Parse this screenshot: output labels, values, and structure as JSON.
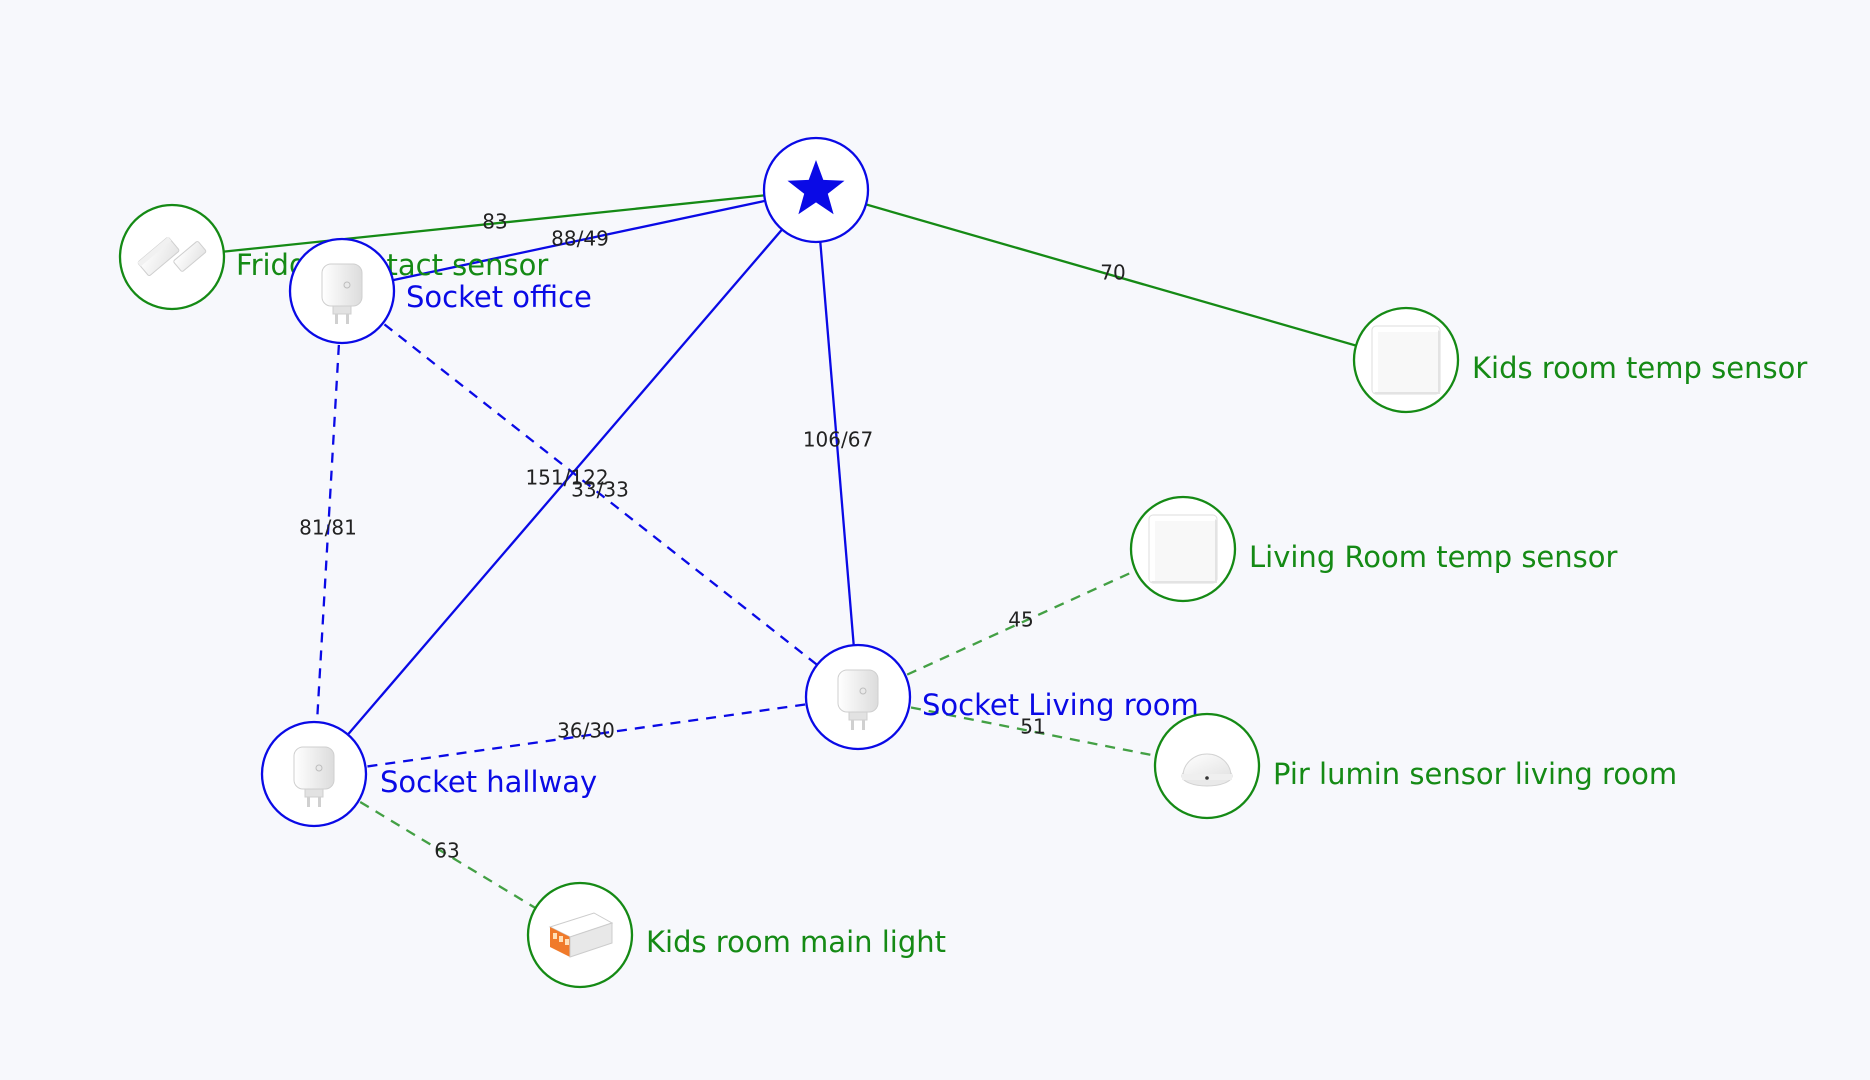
{
  "colors": {
    "router": "#0a0ae6",
    "end_device": "#158a15",
    "background": "#f7f8fc",
    "node_fill": "#ffffff",
    "edge_label": "#222222"
  },
  "nodes": [
    {
      "id": "coordinator",
      "name": "",
      "role": "coordinator",
      "icon": "star-icon"
    },
    {
      "id": "fridge",
      "name": "Fridge contact sensor",
      "role": "end_device",
      "icon": "contact-sensor-icon"
    },
    {
      "id": "socket_office",
      "name": "Socket office",
      "role": "router",
      "icon": "smart-plug-icon"
    },
    {
      "id": "kids_temp",
      "name": "Kids room temp sensor",
      "role": "end_device",
      "icon": "temp-sensor-icon"
    },
    {
      "id": "living_temp",
      "name": "Living Room temp sensor",
      "role": "end_device",
      "icon": "temp-sensor-icon"
    },
    {
      "id": "socket_living",
      "name": "Socket Living room",
      "role": "router",
      "icon": "smart-plug-icon"
    },
    {
      "id": "pir",
      "name": "Pir lumin sensor living room",
      "role": "end_device",
      "icon": "motion-sensor-icon"
    },
    {
      "id": "socket_hallway",
      "name": "Socket hallway",
      "role": "router",
      "icon": "smart-plug-icon"
    },
    {
      "id": "kids_light",
      "name": "Kids room main light",
      "role": "end_device",
      "icon": "relay-module-icon"
    }
  ],
  "links": [
    {
      "source": "coordinator",
      "target": "fridge",
      "label": "83",
      "kind": "end_device",
      "style": "solid"
    },
    {
      "source": "coordinator",
      "target": "socket_office",
      "label": "88/49",
      "kind": "router",
      "style": "solid"
    },
    {
      "source": "coordinator",
      "target": "kids_temp",
      "label": "70",
      "kind": "end_device",
      "style": "solid"
    },
    {
      "source": "coordinator",
      "target": "socket_living",
      "label": "106/67",
      "kind": "router",
      "style": "solid"
    },
    {
      "source": "coordinator",
      "target": "socket_hallway",
      "label": "151/122",
      "kind": "router",
      "style": "solid"
    },
    {
      "source": "socket_office",
      "target": "socket_living",
      "label": "33/33",
      "kind": "router",
      "style": "dashed"
    },
    {
      "source": "socket_office",
      "target": "socket_hallway",
      "label": "81/81",
      "kind": "router",
      "style": "dashed"
    },
    {
      "source": "socket_hallway",
      "target": "socket_living",
      "label": "36/30",
      "kind": "router",
      "style": "dashed"
    },
    {
      "source": "socket_living",
      "target": "living_temp",
      "label": "45",
      "kind": "end_device",
      "style": "dashed"
    },
    {
      "source": "socket_living",
      "target": "pir",
      "label": "51",
      "kind": "end_device",
      "style": "dashed"
    },
    {
      "source": "socket_hallway",
      "target": "kids_light",
      "label": "63",
      "kind": "end_device",
      "style": "dashed"
    }
  ]
}
